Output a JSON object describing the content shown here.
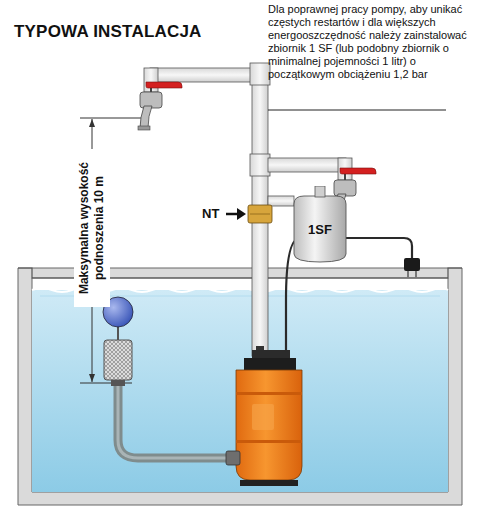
{
  "diagram": {
    "title": "TYPOWA INSTALACJA",
    "nodes": [
      {
        "text": [
          "1SF"
        ]
      }
    ],
    "labels": [
      "Dla poprawnej pracy pompy, aby unikać częstych restartów i dla większych energooszczędność należy zainstalować zbiornik 1 SF (lub podobny zbiornik o minimalnej pojemności 1 litr) o początkowym obciążeniu 1,2 bar",
      "NT",
      "Maksymalna wysokość podnoszenia 10 m"
    ]
  }
}
